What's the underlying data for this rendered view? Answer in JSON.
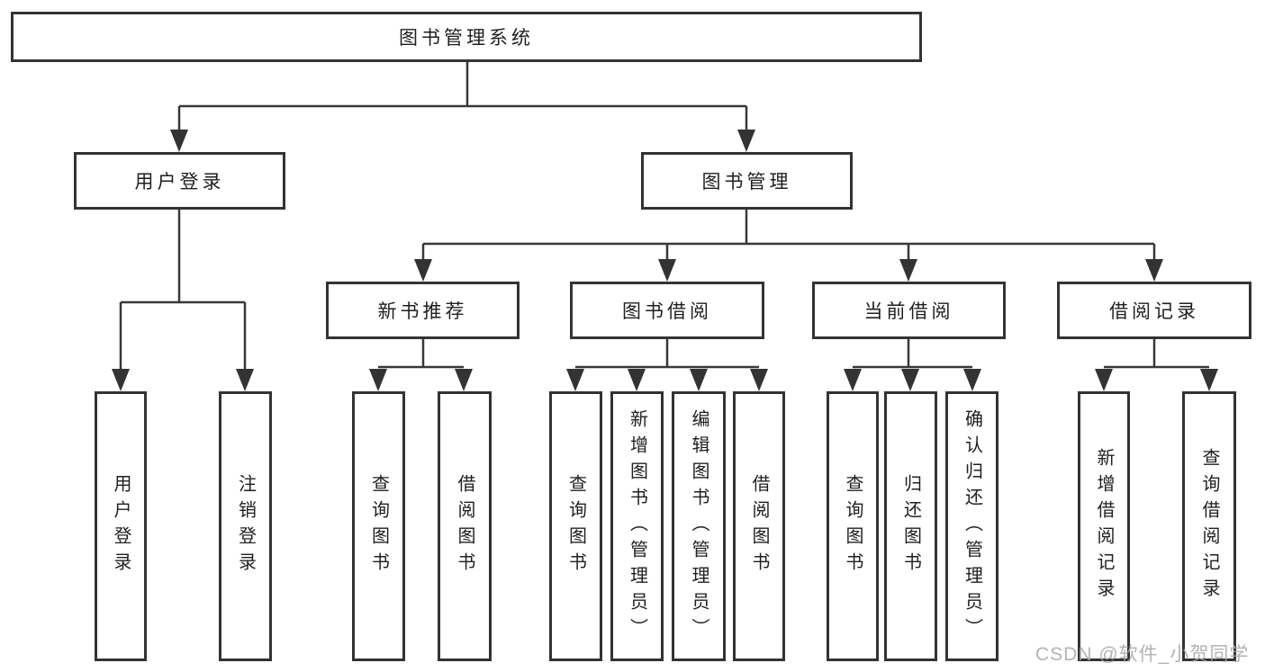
{
  "colors": {
    "box_border": "#333333",
    "connector_line": "#383838",
    "arrowhead": "#333333",
    "box_text": "#1f1f1f",
    "watermark_text": "#a6a6a6",
    "background": "#ffffff"
  },
  "tree": {
    "root": {
      "label": "图书管理系统"
    },
    "level2": [
      {
        "label": "用户登录"
      },
      {
        "label": "图书管理"
      }
    ],
    "level3": [
      {
        "label": "新书推荐",
        "parent": "图书管理"
      },
      {
        "label": "图书借阅",
        "parent": "图书管理"
      },
      {
        "label": "当前借阅",
        "parent": "图书管理"
      },
      {
        "label": "借阅记录",
        "parent": "图书管理"
      }
    ],
    "leaves": [
      {
        "label": "用户登录",
        "parent": "用户登录"
      },
      {
        "label": "注销登录",
        "parent": "用户登录"
      },
      {
        "label": "查询图书",
        "parent": "新书推荐"
      },
      {
        "label": "借阅图书",
        "parent": "新书推荐"
      },
      {
        "label": "查询图书",
        "parent": "图书借阅"
      },
      {
        "label": "新增图书（管理员）",
        "parent": "图书借阅"
      },
      {
        "label": "编辑图书（管理员）",
        "parent": "图书借阅"
      },
      {
        "label": "借阅图书",
        "parent": "图书借阅"
      },
      {
        "label": "查询图书",
        "parent": "当前借阅"
      },
      {
        "label": "归还图书",
        "parent": "当前借阅"
      },
      {
        "label": "确认归还（管理员）",
        "parent": "当前借阅"
      },
      {
        "label": "新增借阅记录",
        "parent": "借阅记录"
      },
      {
        "label": "查询借阅记录",
        "parent": "借阅记录"
      }
    ]
  },
  "watermark": {
    "text": "CSDN @软件_小贺同学"
  }
}
